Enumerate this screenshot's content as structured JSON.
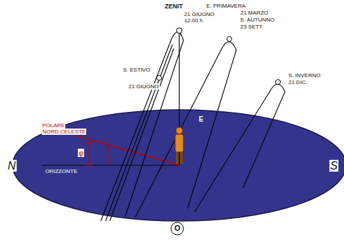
{
  "diagram": {
    "labels": [
      "ZENIT",
      "21 GIUGNO",
      "12.00 h",
      "S. ESTIVO",
      "21 GIUGNO",
      "E. PRIMAVERA",
      "21 MARZO",
      "E. AUTUNNO",
      "23 SETT.",
      "S. INVERNO",
      "21 DIC.",
      "POLARE",
      "NORD CELESTE",
      "φ",
      "ORIZZONTE",
      "N",
      "S",
      "O",
      "E"
    ]
  }
}
